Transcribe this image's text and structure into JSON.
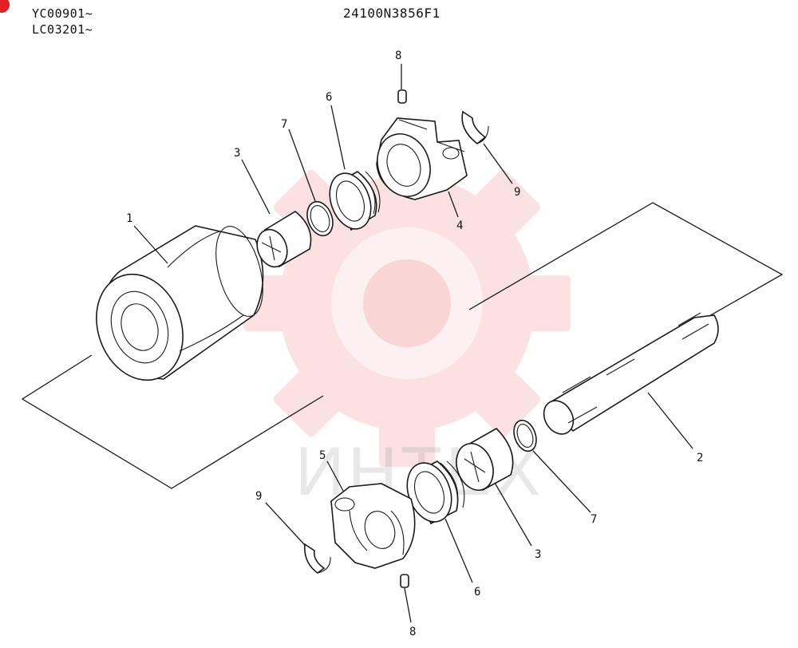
{
  "header": {
    "serial_line_1": "YC00901~",
    "serial_line_2": "LC03201~",
    "part_number": "24100N3856F1"
  },
  "watermark": {
    "text": "ИНТЕХ",
    "color": "#e31e24"
  },
  "accent_color": "#e31e24",
  "callouts": {
    "c1": "1",
    "c2": "2",
    "c3_top": "3",
    "c3_bottom": "3",
    "c4": "4",
    "c5": "5",
    "c6_top": "6",
    "c6_bottom": "6",
    "c7_top": "7",
    "c7_bottom": "7",
    "c8_top": "8",
    "c8_bottom": "8",
    "c9_top": "9",
    "c9_bottom": "9"
  }
}
